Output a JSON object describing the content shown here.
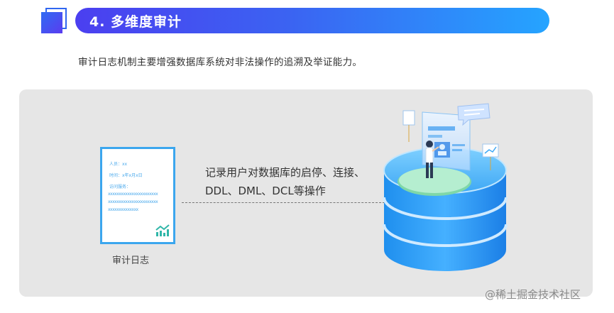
{
  "header": {
    "title": "4. 多维度审计"
  },
  "intro": "审计日志机制主要增强数据库系统对非法操作的追溯及举证能力。",
  "document": {
    "lines": [
      "人员：xx",
      "时间：x年x月x日",
      "访问服务："
    ],
    "xs": [
      "xxxxxxxxxxxxxxxxxxxxxxx",
      "xxxxxxxxxxxxxxxxxxxxxxx",
      "xxxxxxxxxxxxxx"
    ],
    "caption": "审计日志"
  },
  "description": {
    "line1": "记录用户对数据库的启停、连接、",
    "line2": "DDL、DML、DCL等操作"
  },
  "watermark": "@稀土掘金技术社区",
  "colors": {
    "accent_blue": "#2f6bf3",
    "gradient_start": "#4b3ff0",
    "gradient_end": "#25a4ff",
    "doc_border": "#3ba6ee",
    "db_blue": "#2f9bf0",
    "panel_gray": "#e6e6e6"
  },
  "icons": [
    "chart-icon",
    "database-icon",
    "person-icon",
    "screen-icon",
    "chat-bubble-icon"
  ]
}
